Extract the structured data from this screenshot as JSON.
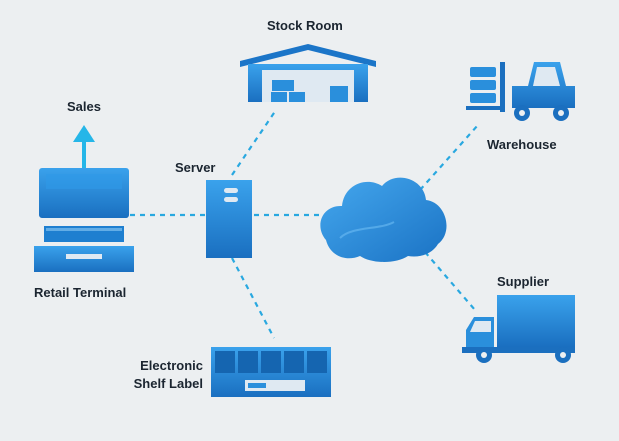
{
  "labels": {
    "stock_room": "Stock Room",
    "warehouse": "Warehouse",
    "sales": "Sales",
    "server": "Server",
    "retail_terminal": "Retail Terminal",
    "supplier": "Supplier",
    "esl_line1": "Electronic",
    "esl_line2": "Shelf Label"
  },
  "colors": {
    "background": "#eceff1",
    "primary_blue": "#1e7fd0",
    "light_blue": "#2f9ae8",
    "dark_blue": "#1565b0",
    "accent_cyan": "#25b6e8",
    "connector": "#29a8e0"
  },
  "icons": [
    "stock-room-icon",
    "warehouse-forklift-icon",
    "sales-arrow-icon",
    "retail-terminal-icon",
    "server-icon",
    "cloud-icon",
    "supplier-truck-icon",
    "electronic-shelf-label-icon"
  ]
}
